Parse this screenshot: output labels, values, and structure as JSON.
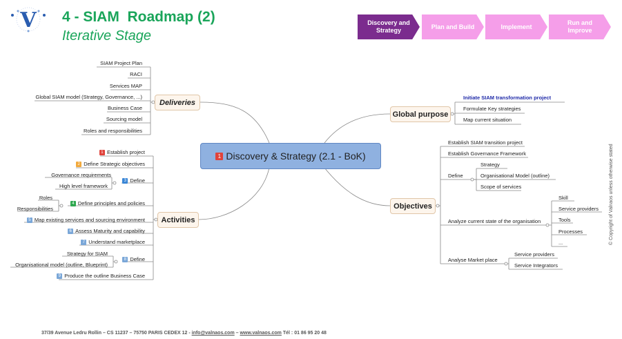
{
  "header": {
    "title": "4 - SIAM  Roadmap (2)",
    "subtitle": "Iterative Stage"
  },
  "stages": [
    {
      "label": "Discovery and Strategy",
      "color": "#7b2c8e"
    },
    {
      "label": "Plan and Build",
      "color": "#f59ee9"
    },
    {
      "label": "Implement",
      "color": "#f59ee9"
    },
    {
      "label": "Run and Improve",
      "color": "#f59ee9"
    }
  ],
  "central": {
    "badge": "1",
    "label": "Discovery & Strategy (2.1 - BoK)"
  },
  "deliveries": {
    "label": "Deliveries",
    "items": [
      "SIAM Project Plan",
      "RACI",
      "Services MAP",
      "Global SIAM model  (Strategy, Governance, ...)",
      "Business Case",
      "Sourcing model",
      "Roles and responsibilities"
    ]
  },
  "activities": {
    "label": "Activities",
    "items": [
      {
        "badge": "1",
        "color": "#e0433b",
        "label": "Establish project"
      },
      {
        "badge": "2",
        "color": "#f2a93b",
        "label": "Define Strategic objectives"
      },
      {
        "badge": "3",
        "color": "#3a86d6",
        "label": "Define"
      },
      {
        "badge": "4",
        "color": "#2fa84f",
        "label": "Define principles and policies"
      },
      {
        "badge": "5",
        "color": "#7aa7d8",
        "label": "Map existing services  and  sourcing environment"
      },
      {
        "badge": "6",
        "color": "#7aa7d8",
        "label": "Assess Maturity and capability"
      },
      {
        "badge": "7",
        "color": "#7aa7d8",
        "label": "Understand marketplace"
      },
      {
        "badge": "8",
        "color": "#7aa7d8",
        "label": "Define"
      },
      {
        "badge": "9",
        "color": "#7aa7d8",
        "label": "Produce the outline Business Case"
      }
    ],
    "define_3_children": [
      "Governance requirements",
      "High level framework"
    ],
    "principles_children": [
      "Roles",
      "Responsibilities"
    ],
    "define_8_children": [
      "Strategy for SIAM",
      "Organisational model (outline, Blueprint)"
    ]
  },
  "global_purpose": {
    "label": "Global purpose",
    "items": [
      "Initiate SIAM transformation project",
      "Formulate Key strategies",
      "Map current situation"
    ]
  },
  "objectives": {
    "label": "Objectives",
    "items": [
      "Establish SIAM transition project",
      "Establish Governance Framework",
      "Define",
      "Analyze current state of the organisation",
      "Analyse Market place"
    ],
    "define_children": [
      "Strategy",
      "Organisational Model (outline)",
      "Scope of services"
    ],
    "analyze_children": [
      "Skill",
      "Service providers",
      "Tools",
      "Processes",
      "..."
    ],
    "market_children": [
      "Service providers",
      "Service Integrators"
    ]
  },
  "footer": {
    "address": "37/39 Avenue Ledru Rollin – CS 11237 – 75750 PARIS CEDEX 12  - ",
    "email": "info@valnaos.com",
    "sep": " – ",
    "web": "www.valnaos.com",
    "tel": "  Tél : 01 86 95 20 48"
  },
  "copyright": "© Copyright  of Valnaos unless otherwise stated"
}
